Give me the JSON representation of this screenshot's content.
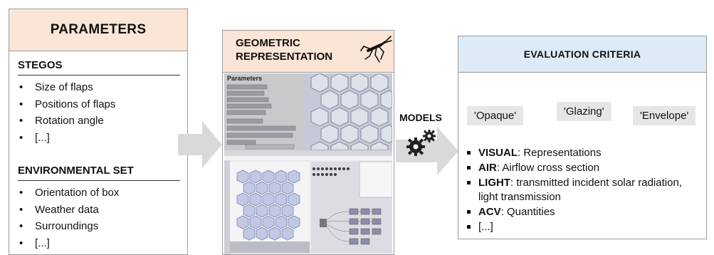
{
  "parameters": {
    "title": "PARAMETERS",
    "sections": [
      {
        "title": "STEGOS",
        "items": [
          "Size of flaps",
          "Positions of flaps",
          "Rotation angle",
          "[...]"
        ]
      },
      {
        "title": "ENVIRONMENTAL SET",
        "items": [
          "Orientation of box",
          "Weather data",
          "Surroundings",
          "[...]"
        ]
      }
    ],
    "header_color": "#fbe5d6"
  },
  "geometric": {
    "title": "GEOMETRIC REPRESENTATION",
    "icon": "grasshopper-icon",
    "screenshot_panel_title": "Parameters",
    "header_color": "#fbe5d6"
  },
  "models": {
    "label": "MODELS",
    "icon": "gears-icon"
  },
  "evaluation": {
    "title": "EVALUATION CRITERIA",
    "tags": [
      "'Opaque'",
      "'Glazing'",
      "'Envelope'"
    ],
    "criteria": [
      {
        "key": "VISUAL",
        "text": ": Representations"
      },
      {
        "key": "AIR",
        "text": ": Airflow cross section"
      },
      {
        "key": "LIGHT",
        "text": ": transmitted incident solar radiation, light transmission"
      },
      {
        "key": "ACV",
        "text": ": Quantities"
      },
      {
        "key": "",
        "text": "[...]"
      }
    ],
    "header_color": "#ddebf7"
  }
}
